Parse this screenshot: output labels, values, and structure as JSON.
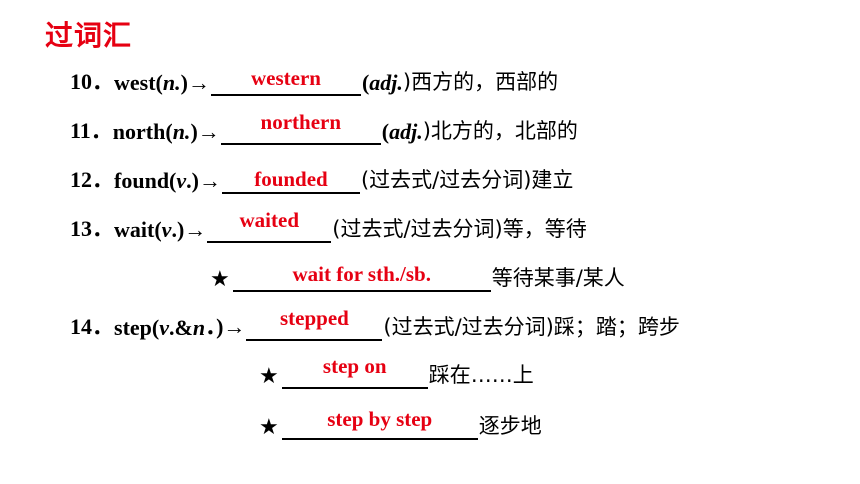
{
  "title": "过词汇",
  "rows": [
    {
      "num": "10．",
      "word": "west(",
      "pos": "n.",
      "close": ")→",
      "answer": "western",
      "pre_suffix": "(",
      "suffix_pos": "adj.",
      "suffix": ")西方的，西部的"
    },
    {
      "num": "11．",
      "word": "north(",
      "pos": "n.",
      "close": ")→",
      "answer": "northern",
      "pre_suffix": "(",
      "suffix_pos": "adj.",
      "suffix": ")北方的，北部的"
    },
    {
      "num": "12．",
      "word": "found(",
      "pos": "v",
      "close": ".)→",
      "answer": "founded",
      "suffix": "(过去式/过去分词)建立"
    },
    {
      "num": "13．",
      "word": "wait(",
      "pos": "v",
      "close": ".)→",
      "answer": "waited",
      "suffix": "(过去式/过去分词)等，等待"
    },
    {
      "star": "★",
      "answer": "wait for sth./sb.",
      "suffix": "等待某事/某人"
    },
    {
      "num": "14．",
      "word": "step(",
      "pos": "v",
      "mid": ".& ",
      "pos2": "n",
      "close": "．)→",
      "answer": "stepped",
      "suffix": "(过去式/过去分词)踩；踏；跨步"
    },
    {
      "star": "★",
      "answer": "step on",
      "suffix": "踩在……上"
    },
    {
      "star": "★",
      "answer": "step by step",
      "suffix": "逐步地"
    }
  ]
}
